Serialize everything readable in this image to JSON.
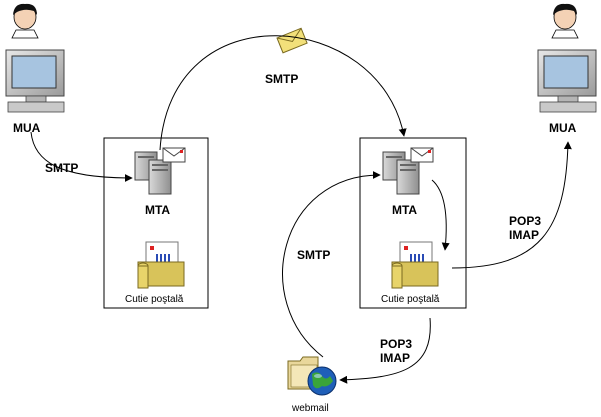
{
  "labels": {
    "mua_left": "MUA",
    "mua_right": "MUA",
    "smtp_left": "SMTP",
    "smtp_top": "SMTP",
    "smtp_webmail": "SMTP",
    "mta_left": "MTA",
    "mta_right": "MTA",
    "mailbox_left": "Cutie poştală",
    "mailbox_right": "Cutie poştală",
    "pop3_right": "POP3",
    "imap_right": "IMAP",
    "pop3_bottom": "POP3",
    "imap_bottom": "IMAP",
    "webmail": "webmail"
  },
  "icons": [
    "user-icon",
    "computer-icon",
    "server-icon",
    "mailbox-icon",
    "envelope-icon",
    "webmail-folder-icon"
  ],
  "colors": {
    "box_border": "#000000",
    "envelope": "#f2e07a",
    "globe": "#1f5fb8",
    "folder": "#e9d79b"
  }
}
